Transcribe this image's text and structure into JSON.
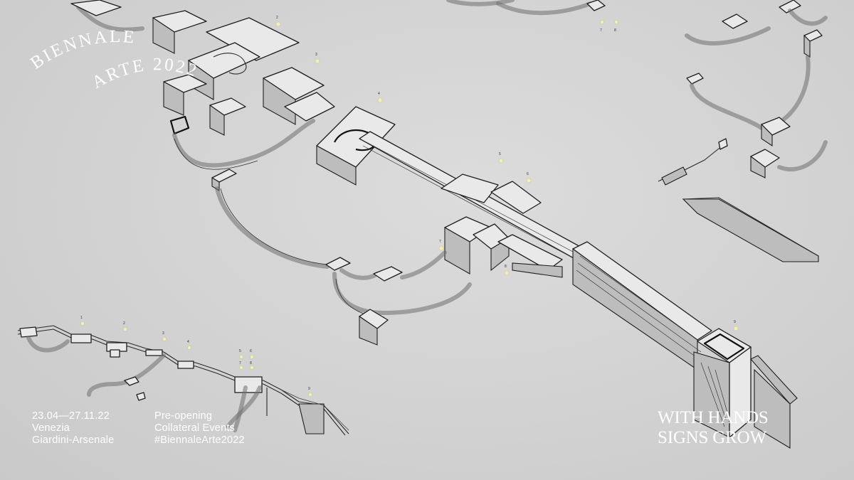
{
  "title": {
    "line1": "BIENNALE",
    "line2": "ARTE 2022"
  },
  "info_left": {
    "dates": "23.04—27.11.22",
    "city": "Venezia",
    "venue": "Giardini-Arsenale"
  },
  "info_right": {
    "line1": "Pre-opening",
    "line2": "Collateral Events",
    "hashtag": "#BiennaleArte2022"
  },
  "slogan": {
    "line1": "WITH HANDS",
    "line2": "SIGNS GROW"
  },
  "map_numbers": {
    "main": [
      "2",
      "3",
      "4",
      "5",
      "6",
      "7",
      "8",
      "9"
    ],
    "top": [
      "7",
      "8"
    ],
    "section": [
      "1",
      "2",
      "3",
      "4",
      "5",
      "6",
      "7",
      "8",
      "9"
    ]
  },
  "colors": {
    "background": "#d3d3d3",
    "ink": "#1e1e1e",
    "text": "#ffffff",
    "marker": "#f3eec0"
  }
}
